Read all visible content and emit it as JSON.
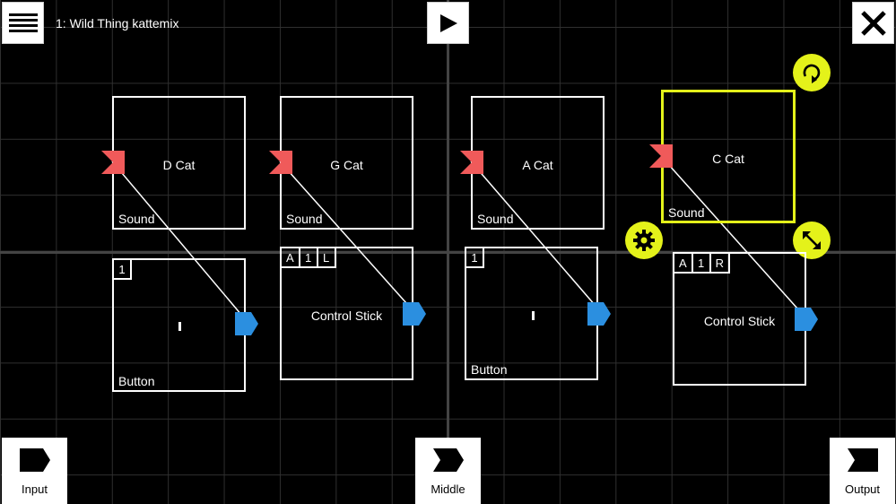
{
  "header": {
    "program_title": "1: Wild Thing kattemix"
  },
  "icons": {
    "menu": "hamburger-menu-icon",
    "play": "play-icon",
    "close": "close-x-icon",
    "rotate": "rotate-icon",
    "settings": "gear-icon",
    "resize": "resize-icon"
  },
  "nodes": [
    {
      "title": "D Cat",
      "type": "Sound"
    },
    {
      "title": "G Cat",
      "type": "Sound"
    },
    {
      "title": "A Cat",
      "type": "Sound"
    },
    {
      "title": "C Cat",
      "type": "Sound"
    }
  ],
  "inputs": [
    {
      "type": "Button",
      "tags": [
        "1"
      ]
    },
    {
      "type": "Control Stick",
      "tags": [
        "A",
        "1",
        "L"
      ]
    },
    {
      "type": "Button",
      "tags": [
        "1"
      ]
    },
    {
      "type": "Control Stick",
      "tags": [
        "A",
        "1",
        "R"
      ]
    }
  ],
  "footer": {
    "input_label": "Input",
    "middle_label": "Middle",
    "output_label": "Output"
  },
  "colors": {
    "selection": "#e4f21a",
    "in_port": "#f05a5a",
    "out_port": "#2b8fe0",
    "background": "#000000"
  }
}
